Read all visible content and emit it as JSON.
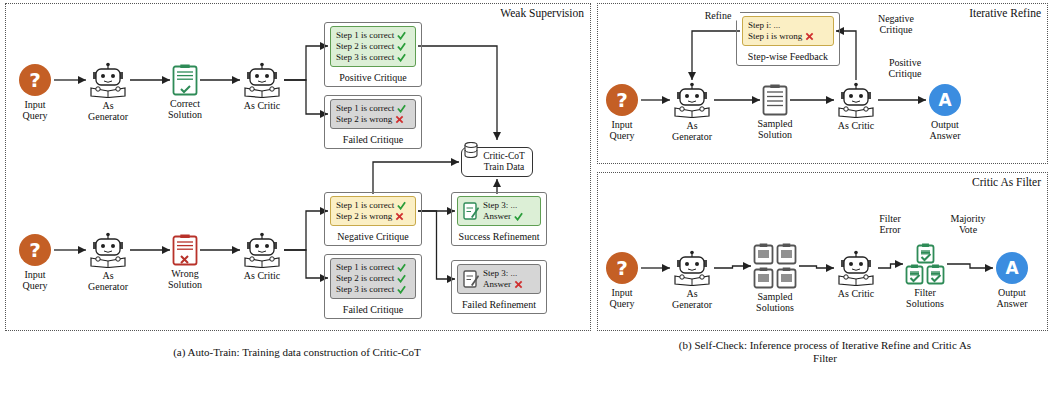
{
  "diagram": {
    "nodes": [
      {
        "text": [
          "Weak Supervision"
        ]
      },
      {
        "text": [
          "?",
          "Input Query"
        ],
        "in": 0
      },
      {
        "text": [
          "As Generator"
        ],
        "in": 0
      },
      {
        "text": [
          "Correct Solution"
        ],
        "in": 0
      },
      {
        "text": [
          "As Critic"
        ],
        "in": 0
      },
      {
        "text": [
          "Step 1 is correct",
          "Step 2 is correct",
          "Step 3 is correct",
          "Positive Critique"
        ],
        "in": 0
      },
      {
        "text": [
          "Step 1 is correct",
          "Step 2 is wrong",
          "Failed Critique"
        ],
        "in": 0
      },
      {
        "text": [
          "Critic-CoT Train Data"
        ],
        "in": 0
      },
      {
        "text": [
          "?",
          "Input Query"
        ],
        "in": 0
      },
      {
        "text": [
          "As Generator"
        ],
        "in": 0
      },
      {
        "text": [
          "Wrong Solution"
        ],
        "in": 0
      },
      {
        "text": [
          "As Critic"
        ],
        "in": 0
      },
      {
        "text": [
          "Step 1 is correct",
          "Step 2 is wrong",
          "Negative Critique"
        ],
        "in": 0
      },
      {
        "text": [
          "Step 1 is correct",
          "Step 2 is correct",
          "Step 3 is correct",
          "Failed Critique"
        ],
        "in": 0
      },
      {
        "text": [
          "Step 3: ...",
          "Answer",
          "Success Refinement"
        ],
        "in": 0
      },
      {
        "text": [
          "Step 3: ...",
          "Answer",
          "Failed Refinement"
        ],
        "in": 0
      },
      {
        "text": [
          "Iterative Refine"
        ]
      },
      {
        "text": [
          "?",
          "Input Query"
        ],
        "in": 16
      },
      {
        "text": [
          "As Generator"
        ],
        "in": 16
      },
      {
        "text": [
          "Step i: ...",
          "Step i is wrong",
          "Step-wise Feedback"
        ],
        "in": 16
      },
      {
        "text": [
          "Sampled Solution"
        ],
        "in": 16
      },
      {
        "text": [
          "As Critic"
        ],
        "in": 16
      },
      {
        "text": [
          "A",
          "Output Answer"
        ],
        "in": 16
      },
      {
        "text": [
          "Critic As Filter"
        ]
      },
      {
        "text": [
          "?",
          "Input Query"
        ],
        "in": 23
      },
      {
        "text": [
          "As Generator"
        ],
        "in": 23
      },
      {
        "text": [
          "Sampled Solutions"
        ],
        "in": 23
      },
      {
        "text": [
          "As Critic"
        ],
        "in": 23
      },
      {
        "text": [
          "Filter Solutions"
        ],
        "in": 23
      },
      {
        "text": [
          "A",
          "Output Answer"
        ],
        "in": 23
      }
    ],
    "edges": [
      {
        "from": 1,
        "to": 2,
        "arrow": "to"
      },
      {
        "from": 2,
        "to": 3,
        "arrow": "to"
      },
      {
        "from": 3,
        "to": 4,
        "arrow": "to"
      },
      {
        "from": 4,
        "to": 5,
        "arrow": "to"
      },
      {
        "from": 4,
        "to": 6,
        "arrow": "to"
      },
      {
        "from": 5,
        "to": 7,
        "arrow": "to"
      },
      {
        "from": 8,
        "to": 9,
        "arrow": "to"
      },
      {
        "from": 9,
        "to": 10,
        "arrow": "to"
      },
      {
        "from": 10,
        "to": 11,
        "arrow": "to"
      },
      {
        "from": 11,
        "to": 12,
        "arrow": "to"
      },
      {
        "from": 11,
        "to": 13,
        "arrow": "to"
      },
      {
        "from": 12,
        "to": 14,
        "arrow": "to"
      },
      {
        "from": 12,
        "to": 15,
        "arrow": "to"
      },
      {
        "from": 12,
        "to": 7,
        "arrow": "to"
      },
      {
        "from": 14,
        "to": 7,
        "arrow": "to"
      },
      {
        "from": 17,
        "to": 18,
        "arrow": "to"
      },
      {
        "from": 18,
        "to": 20,
        "arrow": "to"
      },
      {
        "from": 20,
        "to": 21,
        "arrow": "to"
      },
      {
        "from": 21,
        "to": 22,
        "label": "Positive Critique",
        "arrow": "to"
      },
      {
        "from": 21,
        "to": 19,
        "label": "Negative Critique",
        "arrow": "to"
      },
      {
        "from": 19,
        "to": 18,
        "label": "Refine",
        "arrow": "to"
      },
      {
        "from": 24,
        "to": 25,
        "arrow": "to"
      },
      {
        "from": 25,
        "to": 26,
        "arrow": "to"
      },
      {
        "from": 26,
        "to": 27,
        "arrow": "to"
      },
      {
        "from": 27,
        "to": 28,
        "label": "Filter Error",
        "arrow": "to"
      },
      {
        "from": 28,
        "to": 29,
        "label": "Majority Vote",
        "arrow": "to"
      }
    ],
    "labels": [
      "(a) Auto-Train: Training data construction of Critic-CoT",
      "(b) Self-Check: Inference process of Iterative Refine and Critic As Filter"
    ]
  }
}
